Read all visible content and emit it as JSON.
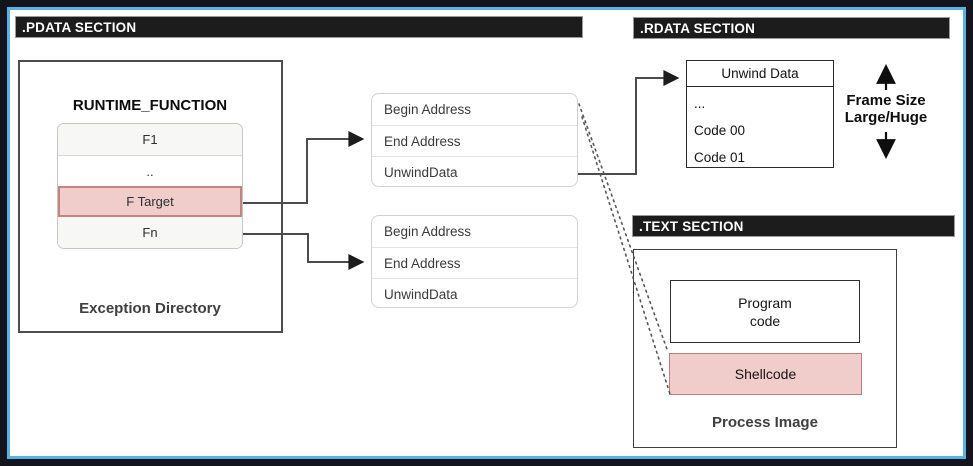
{
  "sections": {
    "pdata": ".PDATA SECTION",
    "rdata": ".RDATA SECTION",
    "text": ".TEXT SECTION"
  },
  "exception_directory": {
    "title": "RUNTIME_FUNCTION",
    "rows": [
      {
        "label": "F1",
        "highlighted": false
      },
      {
        "label": "..",
        "highlighted": false
      },
      {
        "label": "F Target",
        "highlighted": true
      },
      {
        "label": "Fn",
        "highlighted": false
      }
    ],
    "caption": "Exception Directory"
  },
  "runtime_entries": [
    {
      "fields": [
        "Begin Address",
        "End Address",
        "UnwindData"
      ]
    },
    {
      "fields": [
        "Begin Address",
        "End Address",
        "UnwindData"
      ]
    }
  ],
  "unwind_data": {
    "header": "Unwind Data",
    "items": [
      "...",
      "Code 00",
      "Code 01"
    ]
  },
  "frame_size": {
    "lines": [
      "Frame Size",
      "Large/Huge"
    ]
  },
  "text_section": {
    "program_code_lines": [
      "Program",
      "code"
    ],
    "shellcode": "Shellcode",
    "caption": "Process Image"
  },
  "colors": {
    "highlight_fill": "#f0cdcb",
    "highlight_border": "#c38480",
    "section_bar_bg": "#1c1c1c",
    "frame_outer": "#14141d",
    "frame_accent": "#58b2e3",
    "connector": "#4c4c4c"
  }
}
